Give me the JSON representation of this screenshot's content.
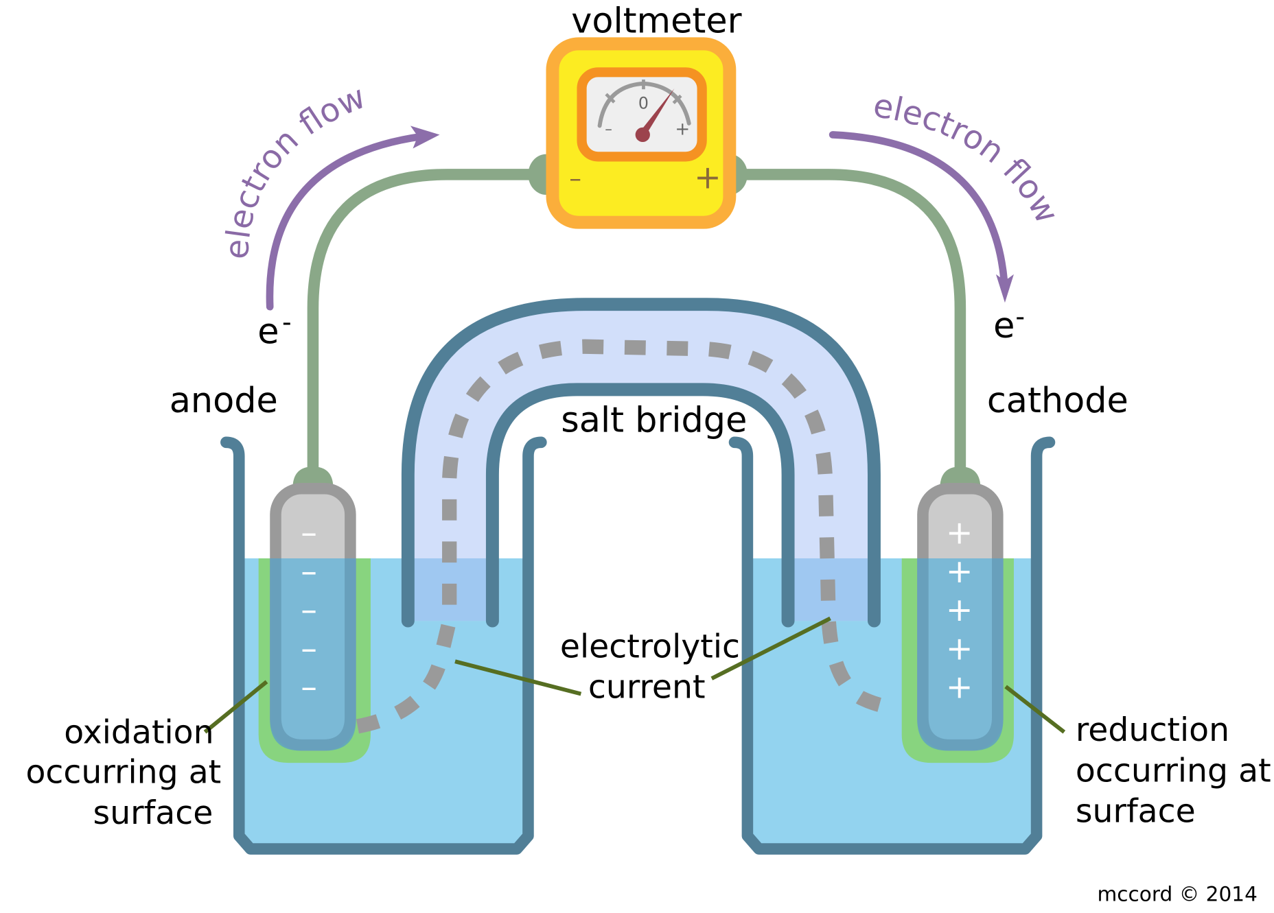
{
  "title": "Galvanic cell diagram",
  "colors": {
    "beaker_outline": "#517f97",
    "solution": "#93d3ef",
    "salt_bridge_fill": "#d2dffa",
    "salt_bridge_submerged": "#9fc8f1",
    "wire": "#8aa888",
    "electron_flow": "#8c6eaa",
    "electrode_body": "#cbcbcb",
    "electrode_outline": "#9a9a9a",
    "reaction_zone": "#88d47f",
    "ion_path": "#9a9a9a",
    "leader_line": "#566e22",
    "voltmeter_outer": "#fbae3b",
    "voltmeter_body": "#fcec22",
    "voltmeter_dial_frame": "#f59222",
    "voltmeter_dial_face": "#efefef",
    "needle": "#9c434d"
  },
  "labels": {
    "voltmeter": "voltmeter",
    "anode": "anode",
    "cathode": "cathode",
    "salt_bridge": "salt bridge",
    "electron_flow_left": "electron flow",
    "electron_flow_right": "electron flow",
    "electron_left": "e",
    "electron_left_sup": "-",
    "electron_right": "e",
    "electron_right_sup": "-",
    "electrolytic_current_line1": "electrolytic",
    "electrolytic_current_line2": "current",
    "oxidation_line1": "oxidation",
    "oxidation_line2": "occurring at",
    "oxidation_line3": "surface",
    "reduction_line1": "reduction",
    "reduction_line2": "occurring at",
    "reduction_line3": "surface",
    "credit": "mccord © 2014"
  },
  "voltmeter": {
    "dial_minus": "–",
    "dial_zero": "0",
    "dial_plus": "+",
    "terminal_minus": "–",
    "terminal_plus": "+",
    "needle_reading": "positive"
  },
  "anode_charges": [
    "–",
    "–",
    "–",
    "–",
    "–"
  ],
  "cathode_charges": [
    "+",
    "+",
    "+",
    "+",
    "+"
  ]
}
